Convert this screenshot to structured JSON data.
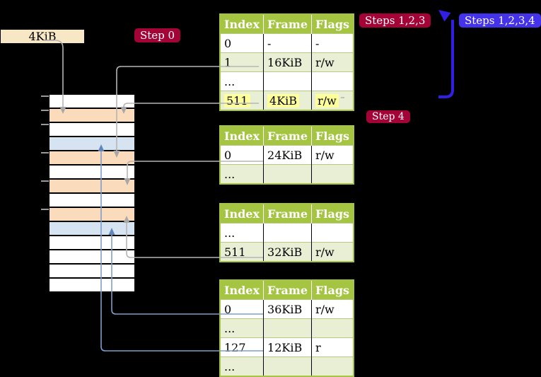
{
  "memory_label": "4KiB",
  "badges": {
    "step0": "Step 0",
    "steps123": "Steps 1,2,3",
    "steps1234": "Steps 1,2,3,4",
    "step4": "Step 4"
  },
  "page_tables": [
    {
      "headers": [
        "Index",
        "Frame",
        "Flags"
      ],
      "rows": [
        {
          "cells": [
            "0",
            "-",
            "-"
          ],
          "highlight": false
        },
        {
          "cells": [
            "1",
            "16KiB",
            "r/w"
          ],
          "highlight": false
        },
        {
          "cells": [
            "...",
            "",
            ""
          ],
          "highlight": false
        },
        {
          "cells": [
            "511",
            "4KiB",
            "r/w"
          ],
          "highlight": true
        }
      ]
    },
    {
      "headers": [
        "Index",
        "Frame",
        "Flags"
      ],
      "rows": [
        {
          "cells": [
            "0",
            "24KiB",
            "r/w"
          ],
          "highlight": false
        },
        {
          "cells": [
            "...",
            "",
            ""
          ],
          "highlight": false
        }
      ]
    },
    {
      "headers": [
        "Index",
        "Frame",
        "Flags"
      ],
      "rows": [
        {
          "cells": [
            "...",
            "",
            ""
          ],
          "highlight": false
        },
        {
          "cells": [
            "511",
            "32KiB",
            "r/w"
          ],
          "highlight": false
        }
      ]
    },
    {
      "headers": [
        "Index",
        "Frame",
        "Flags"
      ],
      "rows": [
        {
          "cells": [
            "0",
            "36KiB",
            "r/w"
          ],
          "highlight": false
        },
        {
          "cells": [
            "...",
            "",
            ""
          ],
          "highlight": false
        },
        {
          "cells": [
            "127",
            "12KiB",
            "r"
          ],
          "highlight": false
        },
        {
          "cells": [
            "...",
            "",
            ""
          ],
          "highlight": false
        }
      ]
    }
  ],
  "physical_memory": {
    "rows": [
      "white",
      "orange",
      "white",
      "blue",
      "orange",
      "white",
      "orange",
      "white",
      "orange",
      "blue",
      "white",
      "white",
      "white",
      "white"
    ],
    "tick_rows": [
      0,
      1,
      2,
      4,
      6,
      8
    ]
  },
  "arrows": [
    {
      "from": "label-4KiB",
      "to": "frame-4KiB",
      "color": "gray"
    },
    {
      "from": "table1-index-1",
      "to": "frame-16KiB",
      "color": "gray"
    },
    {
      "from": "table1-index-511",
      "to": "frame-4KiB",
      "color": "gray"
    },
    {
      "from": "table2-index-0",
      "to": "frame-24KiB",
      "color": "gray"
    },
    {
      "from": "table3-index-511",
      "to": "frame-32KiB",
      "color": "gray"
    },
    {
      "from": "table4-index-0",
      "to": "frame-36KiB",
      "color": "blue"
    },
    {
      "from": "table4-index-127",
      "to": "frame-12KiB",
      "color": "blue"
    },
    {
      "from": "step4-result",
      "to": "steps-start",
      "color": "indigo"
    }
  ],
  "colors": {
    "background": "#000000",
    "table_header_green": "#a4c442",
    "table_row_green": "#e9efd5",
    "highlight_yellow": "#feff9b",
    "memory_orange": "#fadcbd",
    "memory_blue": "#d6e4f2",
    "memory_white": "#ffffff",
    "label_cream": "#f8e7c5",
    "badge_red": "#a40337",
    "badge_blue": "#4533ea",
    "arrow_indigo": "#3120e3",
    "connector_gray": "#b5b5b5",
    "connector_blue": "#7f9ecb"
  }
}
